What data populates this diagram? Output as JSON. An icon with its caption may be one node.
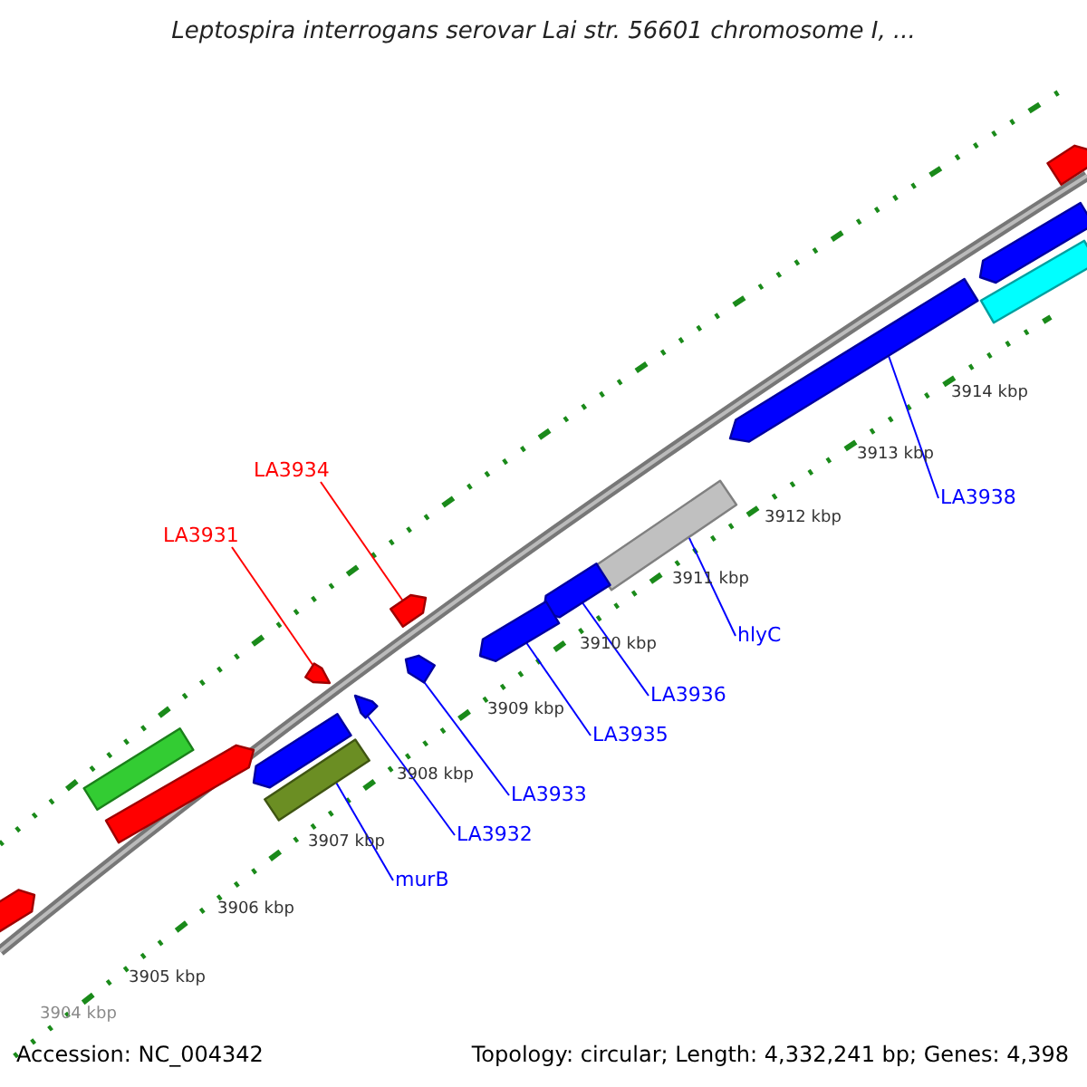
{
  "diagram": {
    "title": "Leptospira interrogans serovar Lai str. 56601 chromosome I, ...",
    "nodes": [
      {
        "text": [
          "LA3934"
        ]
      },
      {
        "text": [],
        "shape": "arrow"
      },
      {
        "text": [
          "LA3931"
        ]
      },
      {
        "text": [],
        "shape": "arrow"
      },
      {
        "text": [
          "LA3938"
        ]
      },
      {
        "text": [],
        "shape": "arrow"
      },
      {
        "text": [
          "hlyC"
        ]
      },
      {
        "text": [],
        "shape": "bar"
      },
      {
        "text": [
          "LA3936"
        ]
      },
      {
        "text": [],
        "shape": "arrow"
      },
      {
        "text": [
          "LA3935"
        ]
      },
      {
        "text": [],
        "shape": "arrow"
      },
      {
        "text": [
          "LA3933"
        ]
      },
      {
        "text": [],
        "shape": "arrow"
      },
      {
        "text": [
          "LA3932"
        ]
      },
      {
        "text": [],
        "shape": "arrow"
      },
      {
        "text": [
          "murB"
        ]
      },
      {
        "text": [],
        "shape": "bar"
      },
      {
        "text": [],
        "shape": "arrow"
      },
      {
        "text": [],
        "shape": "bar"
      },
      {
        "text": [],
        "shape": "arrow"
      },
      {
        "text": [],
        "shape": "arrow"
      },
      {
        "text": [],
        "shape": "arrow"
      },
      {
        "text": [],
        "shape": "arrow"
      },
      {
        "text": [],
        "shape": "bar"
      }
    ],
    "edges": [
      {
        "from": 0,
        "to": 1,
        "arrow": "none",
        "color": "#ff0000"
      },
      {
        "from": 2,
        "to": 3,
        "arrow": "none",
        "color": "#ff0000"
      },
      {
        "from": 4,
        "to": 5,
        "arrow": "none"
      },
      {
        "from": 6,
        "to": 7,
        "arrow": "none"
      },
      {
        "from": 8,
        "to": 9,
        "arrow": "none"
      },
      {
        "from": 10,
        "to": 11,
        "arrow": "none"
      },
      {
        "from": 12,
        "to": 13,
        "arrow": "none"
      },
      {
        "from": 14,
        "to": 15,
        "arrow": "none"
      },
      {
        "from": 16,
        "to": 17,
        "arrow": "none"
      }
    ],
    "labels": [
      "3904 kbp",
      "3905 kbp",
      "3906 kbp",
      "3907 kbp",
      "3908 kbp",
      "3909 kbp",
      "3910 kbp",
      "3911 kbp",
      "3912 kbp",
      "3913 kbp",
      "3914 kbp",
      "Accession: NC_004342",
      "Topology: circular; Length: 4,332,241 bp; Genes: 4,398"
    ]
  }
}
